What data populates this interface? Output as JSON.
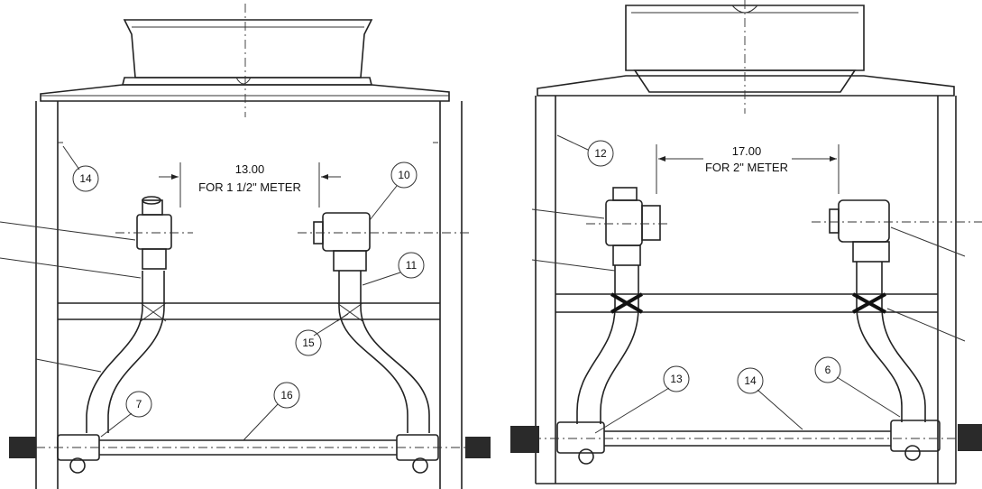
{
  "left": {
    "dimension": {
      "value": "13.00",
      "label": "FOR 1 1/2\" METER"
    },
    "callouts": [
      "14",
      "10",
      "11",
      "15",
      "7",
      "16"
    ]
  },
  "right": {
    "dimension": {
      "value": "17.00",
      "label": "FOR 2\" METER"
    },
    "callouts": [
      "12",
      "13",
      "14",
      "6"
    ]
  }
}
